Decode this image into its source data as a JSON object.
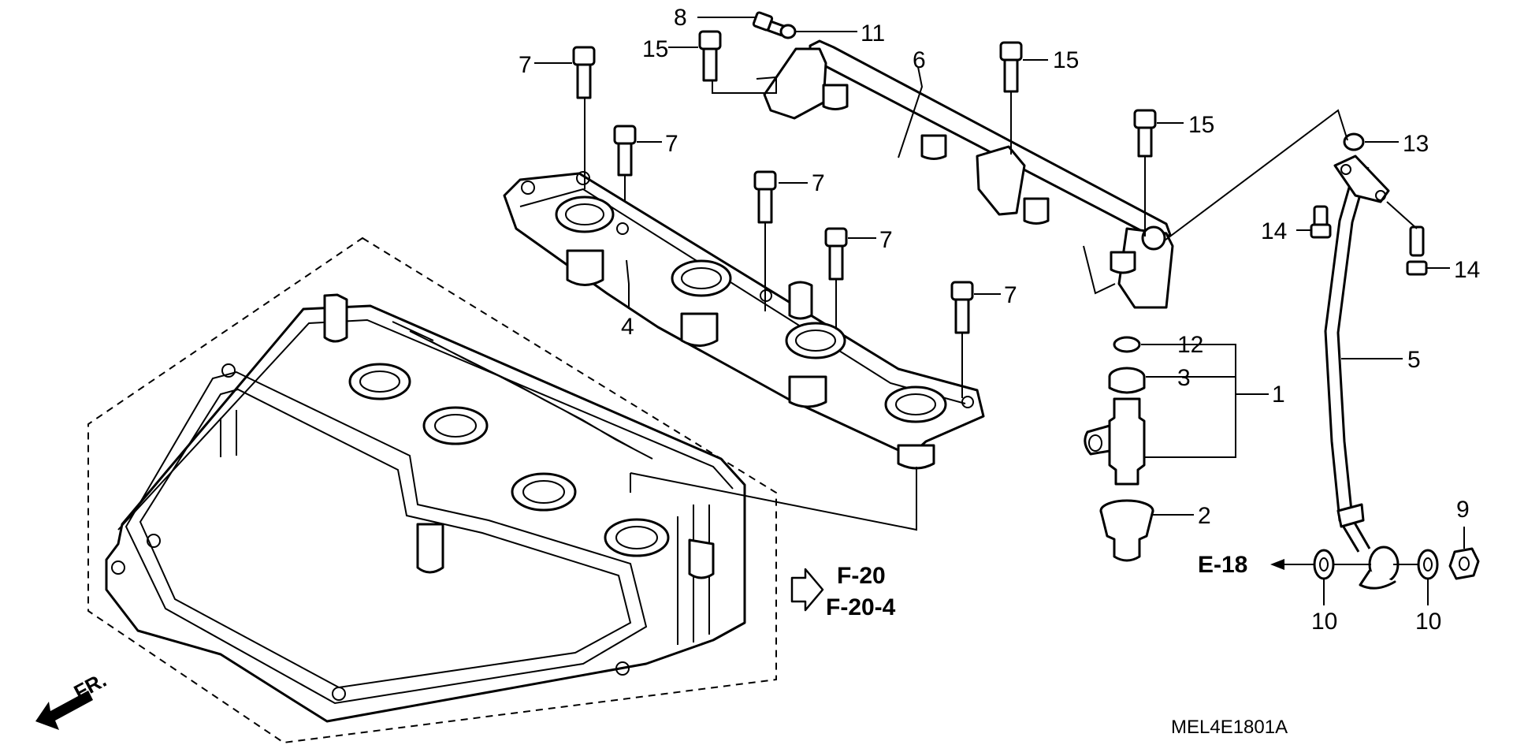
{
  "diagram": {
    "labels": {
      "p1": "1",
      "p2": "2",
      "p3": "3",
      "p4": "4",
      "p5": "5",
      "p6": "6",
      "p7": "7",
      "p8": "8",
      "p9": "9",
      "p10": "10",
      "p11": "11",
      "p12": "12",
      "p13": "13",
      "p14": "14",
      "p15": "15"
    },
    "references": {
      "f20": "F-20",
      "f20_4": "F-20-4",
      "e18": "E-18"
    },
    "direction": "FR.",
    "code": "MEL4E1801A"
  }
}
